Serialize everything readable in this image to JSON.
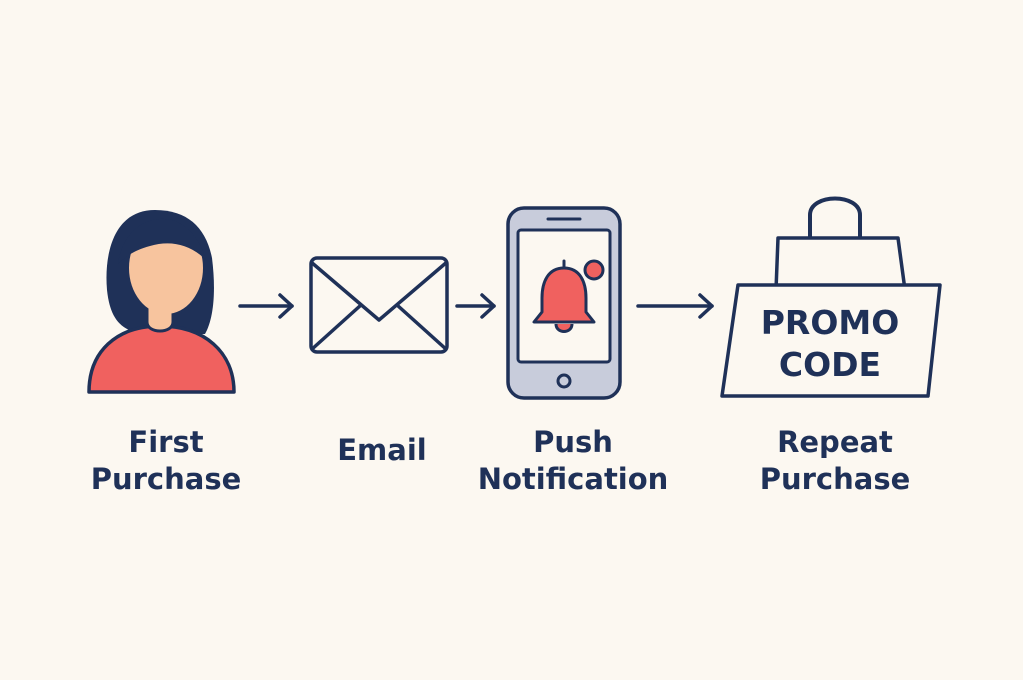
{
  "colors": {
    "background": "#fcf8f1",
    "outline": "#1f3158",
    "accent": "#f0615f",
    "skin": "#f7c49e",
    "phone_base": "#c8ccdb"
  },
  "steps": [
    {
      "icon": "person-icon",
      "label_lines": [
        "First",
        "Purchase"
      ]
    },
    {
      "icon": "envelope-icon",
      "label_lines": [
        "Email"
      ]
    },
    {
      "icon": "smartphone-bell-icon",
      "label_lines": [
        "Push",
        "Notification"
      ]
    },
    {
      "icon": "shopping-bag-icon",
      "label_lines": [
        "Repeat",
        "Purchase"
      ],
      "badge_lines": [
        "PROMO",
        "CODE"
      ]
    }
  ]
}
